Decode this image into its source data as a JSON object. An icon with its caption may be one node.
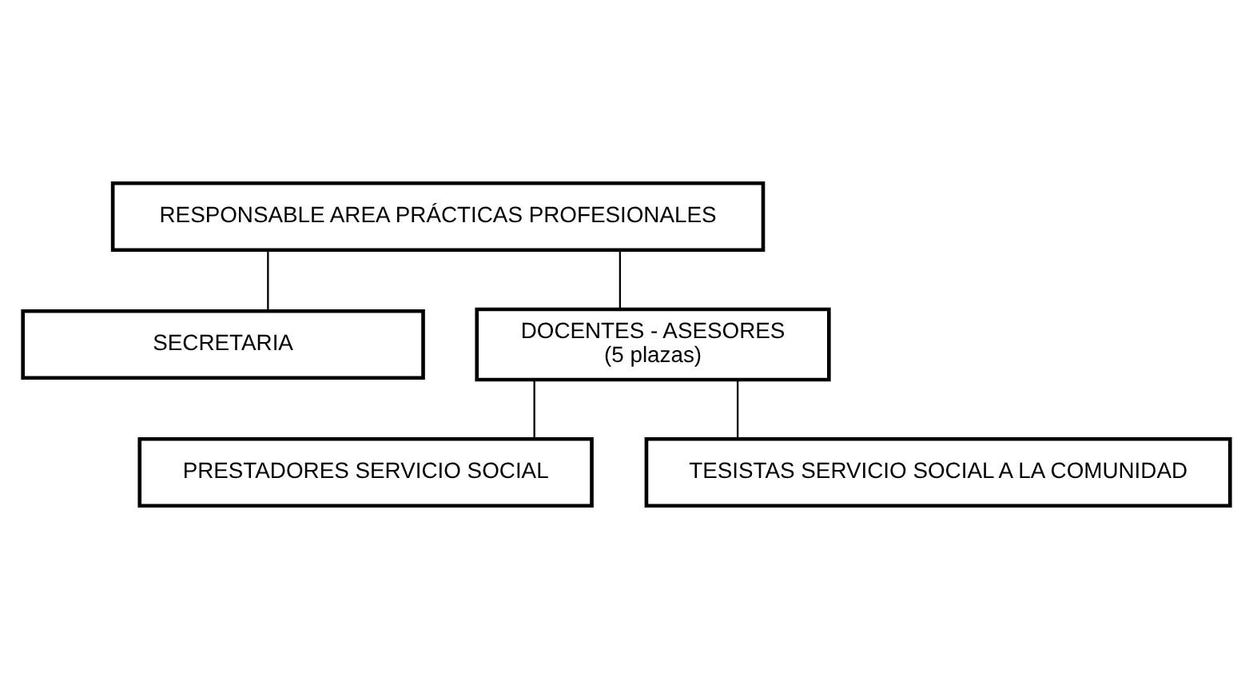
{
  "diagram": {
    "nodes": [
      {
        "text": [
          "RESPONSABLE AREA PRÁCTICAS PROFESIONALES"
        ]
      },
      {
        "text": [
          "SECRETARIA"
        ]
      },
      {
        "text": [
          "DOCENTES - ASESORES",
          "(5 plazas)"
        ]
      },
      {
        "text": [
          "PRESTADORES SERVICIO SOCIAL"
        ]
      },
      {
        "text": [
          "TESISTAS SERVICIO SOCIAL A LA COMUNIDAD"
        ]
      }
    ],
    "edges": [
      {
        "from": 0,
        "to": 2,
        "arrow": "none"
      },
      {
        "from": 0,
        "to": 1,
        "arrow": "none"
      },
      {
        "from": 2,
        "to": 3,
        "arrow": "none"
      },
      {
        "from": 2,
        "to": 4,
        "arrow": "none"
      }
    ]
  }
}
